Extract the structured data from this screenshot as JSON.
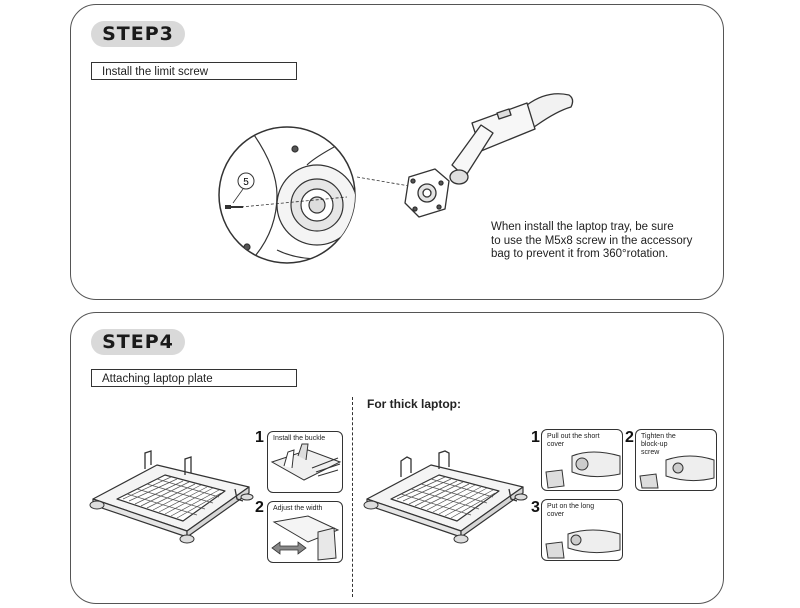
{
  "step3": {
    "badge": "STEP3",
    "subtitle": "Install the limit screw",
    "callout_number": "5",
    "note_lines": [
      "When install the laptop tray, be sure",
      "to use the M5x8 screw in the accessory",
      "bag to prevent it from 360°rotation."
    ]
  },
  "step4": {
    "badge": "STEP4",
    "subtitle": "Attaching laptop plate",
    "thick_label": "For thick laptop:",
    "left": {
      "inset1": {
        "num": "1",
        "caption": "Install the buckle"
      },
      "inset2": {
        "num": "2",
        "caption": "Adjust the width"
      }
    },
    "right": {
      "inset1": {
        "num": "1",
        "caption_lines": [
          "Pull out the short",
          "cover"
        ]
      },
      "inset2": {
        "num": "2",
        "caption_lines": [
          "Tighten the",
          "block-up",
          "screw"
        ]
      },
      "inset3": {
        "num": "3",
        "caption_lines": [
          "Put on the long",
          "cover"
        ]
      }
    }
  },
  "icons": [
    "screw-icon",
    "monitor-arm-illustration",
    "laptop-tray-illustration"
  ]
}
